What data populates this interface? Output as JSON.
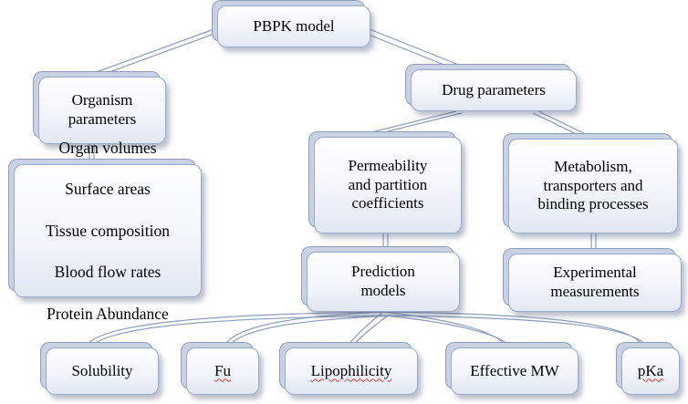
{
  "diagram": {
    "root": {
      "label": "PBPK model"
    },
    "organism_parameters": {
      "label": "Organism\nparameters"
    },
    "drug_parameters": {
      "label": "Drug parameters"
    },
    "organism_details": {
      "lines": [
        "Organ volumes",
        "Surface areas",
        "Tissue composition",
        "Blood flow rates",
        "Protein Abundance"
      ]
    },
    "permeability": {
      "label": "Permeability\nand partition\ncoefficients"
    },
    "metabolism": {
      "label": "Metabolism,\ntransporters and\nbinding processes"
    },
    "prediction_models": {
      "label": "Prediction\nmodels"
    },
    "experimental": {
      "label": "Experimental\nmeasurements"
    },
    "leaves": [
      "Solubility",
      "Fu",
      "Lipophilicity",
      "Effective MW",
      "pKa"
    ]
  },
  "colors": {
    "box_border": "#9aa9c4",
    "box_fill": "#f2f5fb",
    "connector": "#b8c4da"
  }
}
